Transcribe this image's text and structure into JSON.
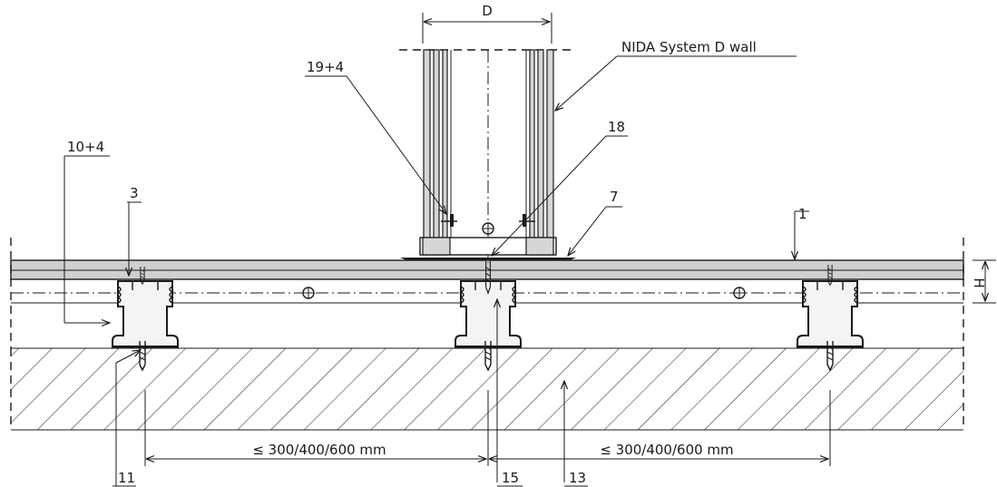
{
  "labels": {
    "dimension_top": "D",
    "wall_name": "NIDA System D wall",
    "item_19_4": "19+4",
    "item_18": "18",
    "item_10_4": "10+4",
    "item_3": "3",
    "item_7": "7",
    "item_1": "1",
    "dimension_right": "H",
    "spacing_left": "≤ 300/400/600 mm",
    "spacing_right": "≤ 300/400/600 mm",
    "item_11": "11",
    "item_15": "15",
    "item_13": "13"
  },
  "colors": {
    "line": "#1a1a1a",
    "board_fill": "#cfcfcf",
    "background": "#ffffff"
  }
}
